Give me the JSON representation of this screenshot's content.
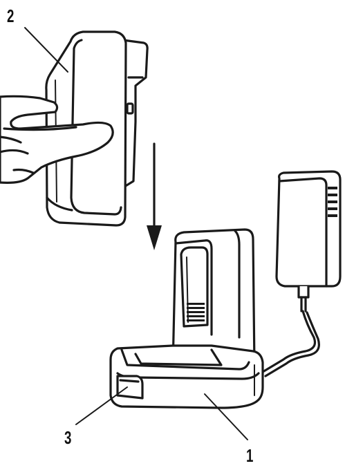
{
  "callouts": {
    "handset": "2",
    "contacts": "3",
    "base": "1"
  },
  "colors": {
    "ink": "#1a1a1a",
    "background": "#ffffff"
  }
}
